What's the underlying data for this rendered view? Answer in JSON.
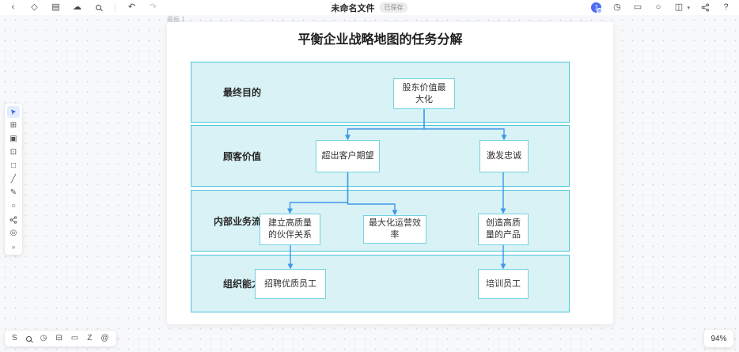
{
  "topbar": {
    "file_name": "未命名文件",
    "badge": "已保存",
    "avatar_text": "1"
  },
  "icons": {
    "back": "‹",
    "tag": "◇",
    "save": "▤",
    "cloud": "☁",
    "undo": "↶",
    "redo": "↷",
    "timer": "◷",
    "presentation": "▭",
    "circle": "○",
    "layout": "◫",
    "caret": "▾",
    "help": "?",
    "grid": "⊞",
    "frame": "▣",
    "sticky": "⊡",
    "shape": "□",
    "line": "╱",
    "pen": "✎",
    "oval": "○",
    "apps": "◎",
    "expand": "»",
    "follow": "S",
    "comment": "⊟",
    "media": "▭",
    "lightning": "Z",
    "sticker": "@"
  },
  "diagram": {
    "artboard_label": "画板 1",
    "title": "平衡企业战略地图的任务分解",
    "rows": [
      {
        "label": "最终目的"
      },
      {
        "label": "顾客价值"
      },
      {
        "label": "内部业务流程"
      },
      {
        "label": "组织能力"
      }
    ],
    "nodes": {
      "shareholder_value": "股东价值最大化",
      "exceed_expectations": "超出客户期望",
      "inspire_loyalty": "激发忠诚",
      "partnerships": "建立高质量的伙伴关系",
      "efficiency": "最大化运营效率",
      "quality_products": "创造高质量的产品",
      "recruit": "招聘优质员工",
      "train": "培训员工"
    },
    "edges": [
      {
        "from": "shareholder_value",
        "to": "exceed_expectations"
      },
      {
        "from": "shareholder_value",
        "to": "inspire_loyalty"
      },
      {
        "from": "exceed_expectations",
        "to": "partnerships"
      },
      {
        "from": "exceed_expectations",
        "to": "efficiency"
      },
      {
        "from": "inspire_loyalty",
        "to": "quality_products"
      },
      {
        "from": "partnerships",
        "to": "recruit"
      },
      {
        "from": "quality_products",
        "to": "train"
      }
    ],
    "colors": {
      "band_fill": "#d9f2f6",
      "band_border": "#49c6d8",
      "node_border": "#73d3e2",
      "connector": "#3f97e8"
    }
  },
  "statusbar": {
    "zoom": "94%"
  }
}
